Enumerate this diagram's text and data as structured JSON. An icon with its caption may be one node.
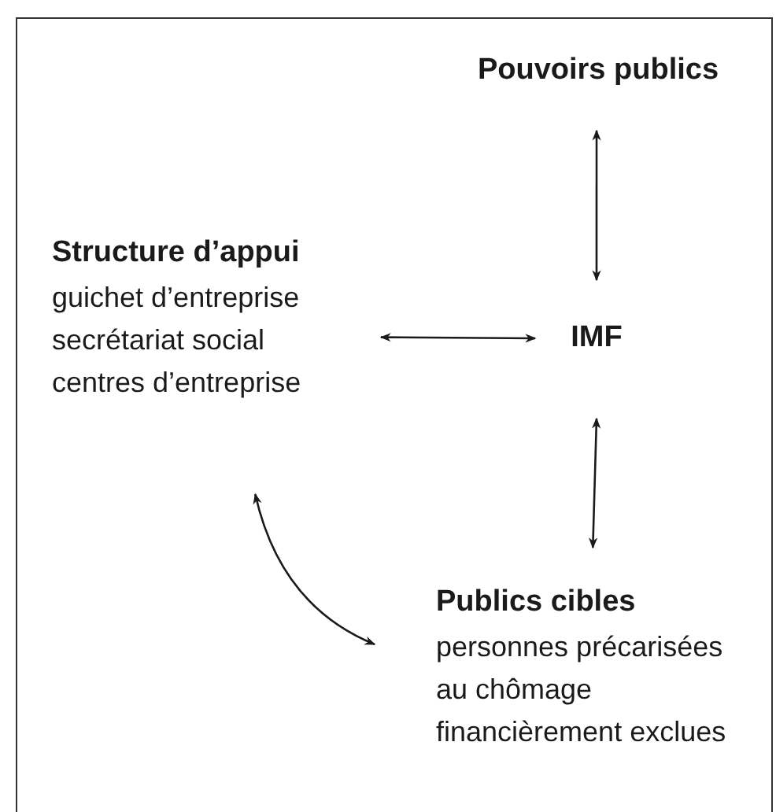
{
  "diagram": {
    "nodes": [
      {
        "text": [
          "Pouvoirs publics"
        ]
      },
      {
        "text": [
          "IMF"
        ]
      },
      {
        "text": [
          "Structure d’appui",
          "guichet d’entreprise",
          "secrétariat social",
          "centres d’entreprise"
        ]
      },
      {
        "text": [
          "Publics cibles",
          "personnes précarisées",
          "au chômage",
          "financièrement exclues"
        ]
      }
    ],
    "edges": [
      {
        "from": 0,
        "to": 1,
        "arrow": "both"
      },
      {
        "from": 2,
        "to": 1,
        "arrow": "both"
      },
      {
        "from": 1,
        "to": 3,
        "arrow": "both"
      },
      {
        "from": 2,
        "to": 3,
        "arrow": "both"
      }
    ]
  }
}
